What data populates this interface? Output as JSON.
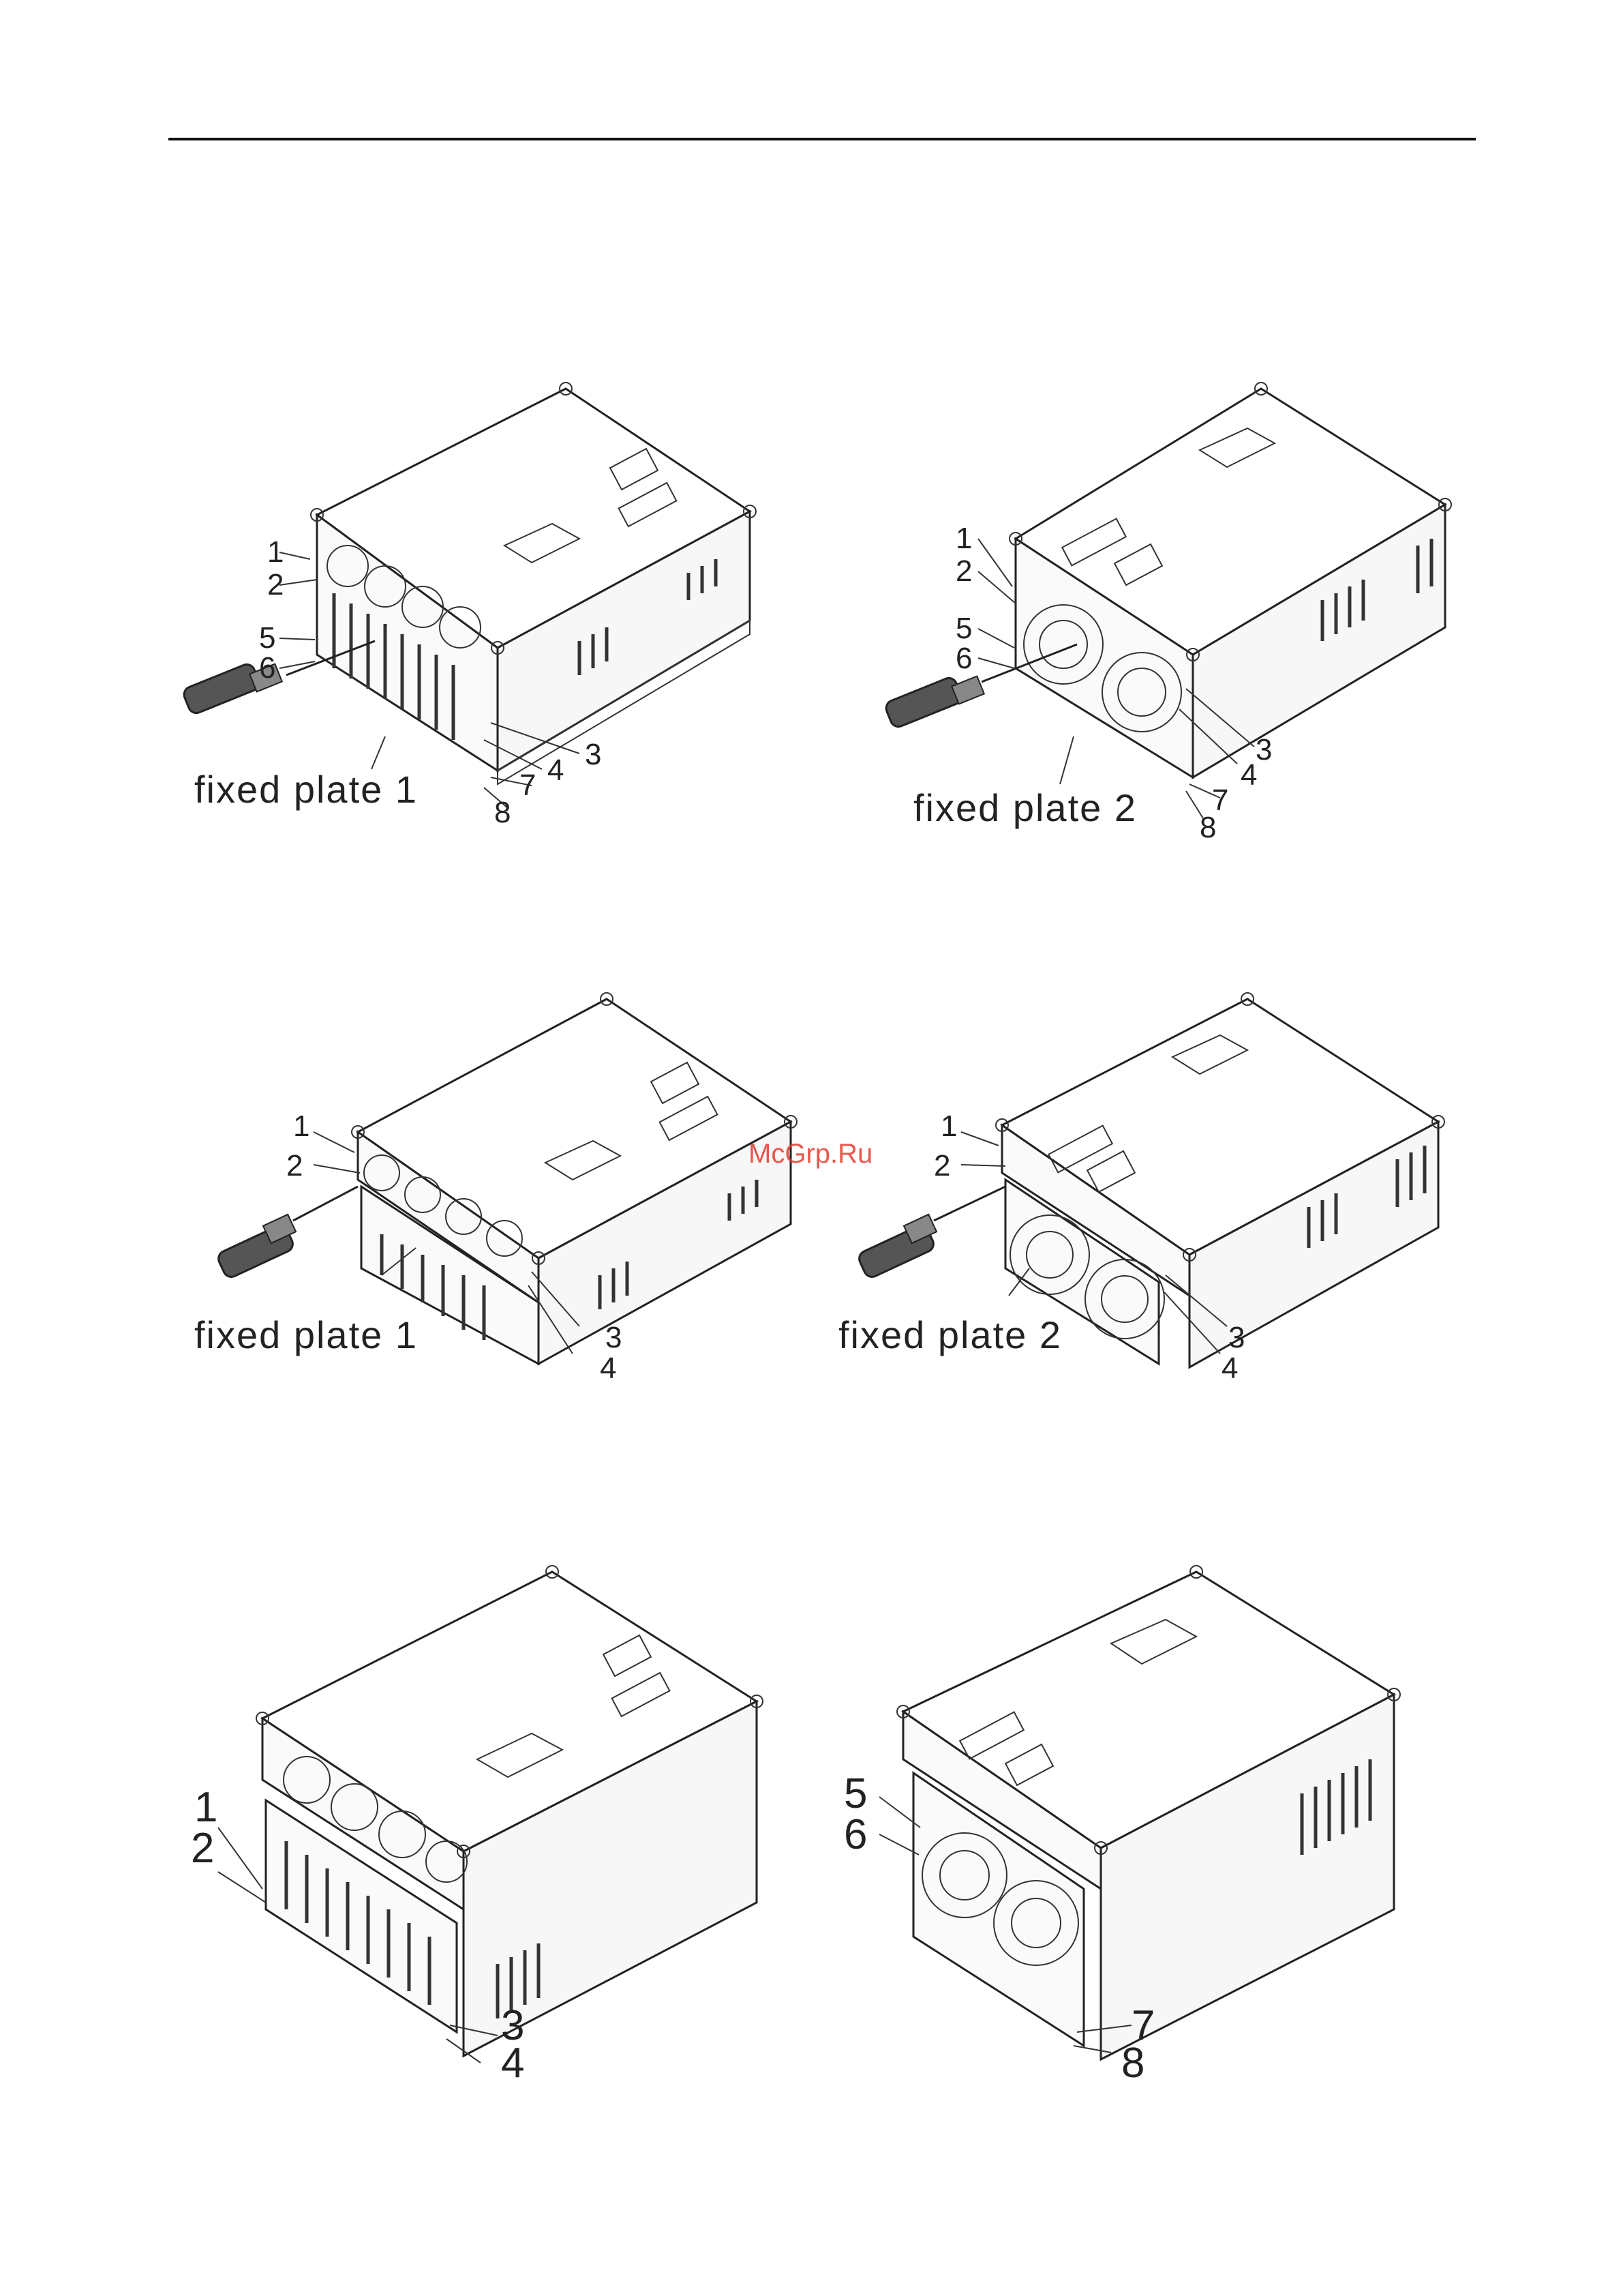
{
  "watermark": "McGrp.Ru",
  "figures": [
    {
      "caption": "fixed plate 1",
      "callouts": [
        "1",
        "2",
        "5",
        "6",
        "3",
        "4",
        "7",
        "8"
      ]
    },
    {
      "caption": "fixed plate 2",
      "callouts": [
        "1",
        "2",
        "5",
        "6",
        "3",
        "4",
        "7",
        "8"
      ]
    },
    {
      "caption": "fixed plate 1",
      "callouts": [
        "1",
        "2",
        "3",
        "4"
      ]
    },
    {
      "caption": "fixed plate 2",
      "callouts": [
        "1",
        "2",
        "3",
        "4"
      ]
    },
    {
      "callouts": [
        "1",
        "2",
        "3",
        "4"
      ]
    },
    {
      "callouts": [
        "5",
        "6",
        "7",
        "8"
      ]
    }
  ]
}
